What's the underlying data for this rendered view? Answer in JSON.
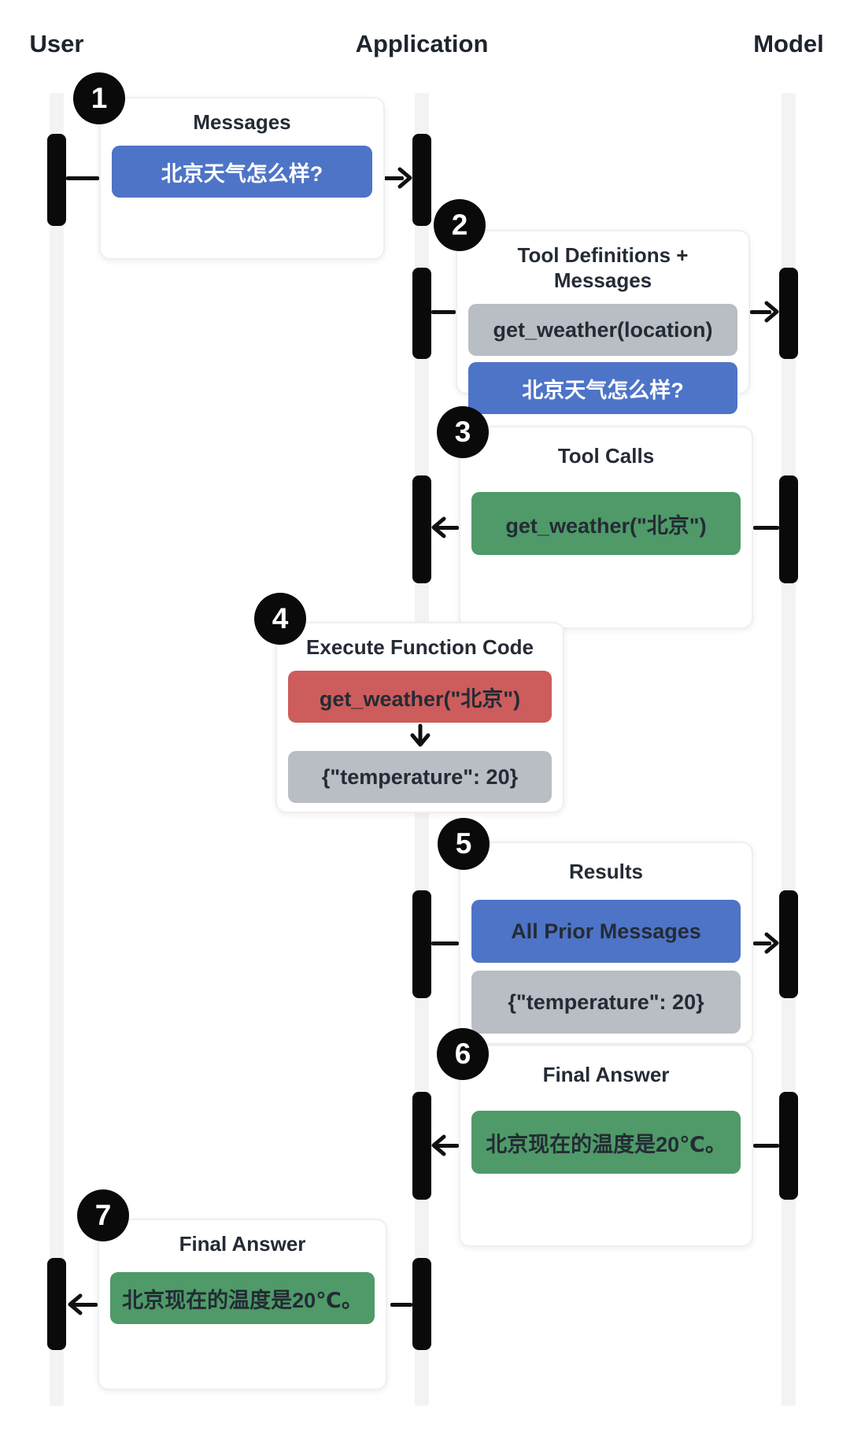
{
  "actors": [
    {
      "label": "User"
    },
    {
      "label": "Application"
    },
    {
      "label": "Model"
    }
  ],
  "colors": {
    "blue": "#4e74c7",
    "green": "#4f9a68",
    "red": "#cd5c5c",
    "gray": "#b9bdc4",
    "pill_text_dark": "#242b35",
    "pill_text_light": "#ffffff",
    "activation_black": "#0a0a0a",
    "lifeline_gray": "#f3f3f3",
    "title_text": "#1e242e"
  },
  "steps": [
    {
      "number": "1",
      "title": "Messages",
      "from": "User",
      "to": "Application",
      "direction": "right",
      "items": [
        {
          "label": "北京天气怎么样?",
          "bg": "#4e74c7",
          "fg": "#ffffff"
        }
      ]
    },
    {
      "number": "2",
      "title": "Tool Definitions + Messages",
      "from": "Application",
      "to": "Model",
      "direction": "right",
      "items": [
        {
          "label": "get_weather(location)",
          "bg": "#b9bdc4",
          "fg": "#242b35"
        },
        {
          "label": "北京天气怎么样?",
          "bg": "#4e74c7",
          "fg": "#ffffff"
        }
      ]
    },
    {
      "number": "3",
      "title": "Tool Calls",
      "from": "Model",
      "to": "Application",
      "direction": "left",
      "items": [
        {
          "label": "get_weather(\"北京\")",
          "bg": "#4f9a68",
          "fg": "#242b35"
        }
      ]
    },
    {
      "number": "4",
      "title": "Execute Function Code",
      "from": "Application",
      "to": "Application",
      "direction": "self",
      "items": [
        {
          "label": "get_weather(\"北京\")",
          "bg": "#cd5c5c",
          "fg": "#242b35"
        },
        {
          "label": "{\"temperature\": 20}",
          "bg": "#b9bdc4",
          "fg": "#242b35"
        }
      ],
      "between_icon": "arrow-down-icon"
    },
    {
      "number": "5",
      "title": "Results",
      "from": "Application",
      "to": "Model",
      "direction": "right",
      "items": [
        {
          "label": "All Prior Messages",
          "bg": "#4e74c7",
          "fg": "#242b35"
        },
        {
          "label": "{\"temperature\": 20}",
          "bg": "#b9bdc4",
          "fg": "#242b35"
        }
      ]
    },
    {
      "number": "6",
      "title": "Final Answer",
      "from": "Model",
      "to": "Application",
      "direction": "left",
      "items": [
        {
          "label": "北京现在的温度是20℃。",
          "bg": "#4f9a68",
          "fg": "#242b35"
        }
      ]
    },
    {
      "number": "7",
      "title": "Final Answer",
      "from": "Application",
      "to": "User",
      "direction": "left",
      "items": [
        {
          "label": "北京现在的温度是20℃。",
          "bg": "#4f9a68",
          "fg": "#242b35"
        }
      ]
    }
  ]
}
